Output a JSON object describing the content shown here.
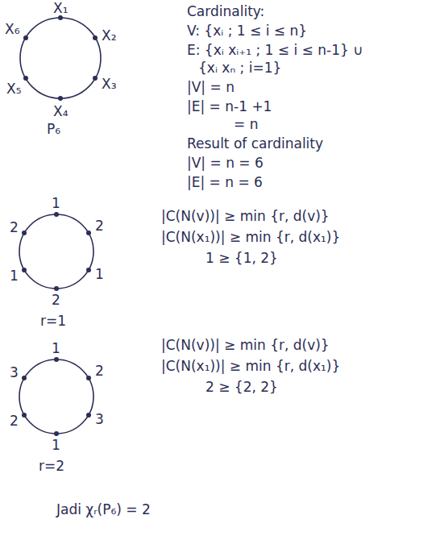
{
  "diagram": {
    "labels": [
      "X₁",
      "X₂",
      "X₃",
      "X₄",
      "X₅",
      "X₆",
      "P₆",
      "Cardinality:",
      "V: {xᵢ ; 1 ≤ i ≤ n}",
      "E: {xᵢ xᵢ₊₁ ; 1 ≤ i ≤ n-1} ∪",
      "{xᵢ xₙ ; i=1}",
      "|V| = n",
      "|E| = n-1 +1",
      "= n",
      "Result of cardinality",
      "|V| = n = 6",
      "|E| = n = 6",
      "1",
      "2",
      "1",
      "2",
      "1",
      "2",
      "r=1",
      "|C(N(v))| ≥ min {r, d(v)}",
      "|C(N(x₁))| ≥ min {r, d(x₁)}",
      "1 ≥ {1, 2}",
      "1",
      "2",
      "3",
      "1",
      "2",
      "3",
      "r=2",
      "|C(N(v))| ≥ min {r, d(v)}",
      "|C(N(x₁))| ≥ min {r, d(x₁)}",
      "2 ≥ {2, 2}",
      "Jadi χᵣ(P₆) = 2"
    ]
  }
}
